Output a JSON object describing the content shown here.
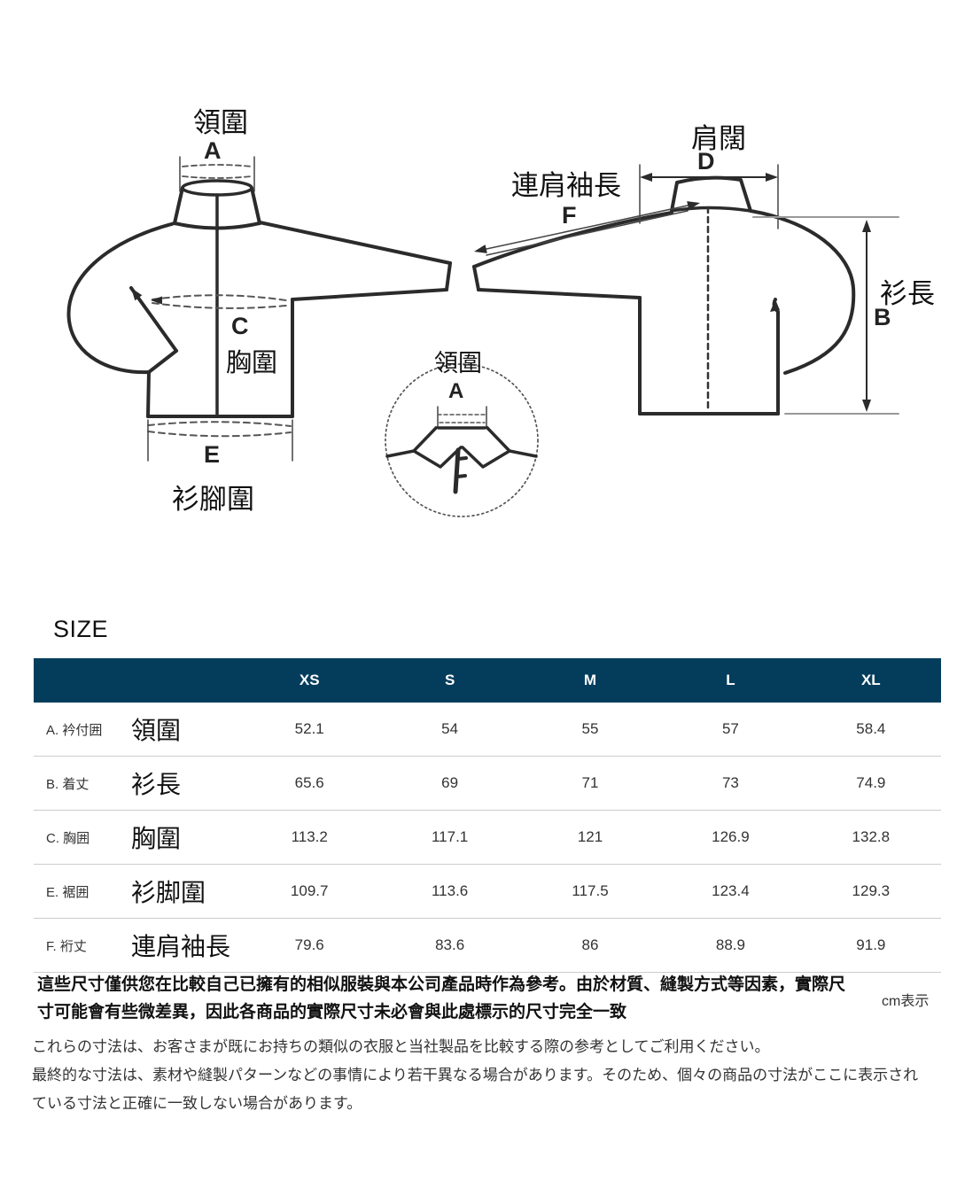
{
  "diagram": {
    "front_jacket": {
      "collar_label": "領圍",
      "collar_letter": "A",
      "chest_letter": "C",
      "chest_label": "胸圍",
      "hem_letter": "E",
      "hem_label": "衫腳圍"
    },
    "back_jacket": {
      "shoulder_label": "肩闊",
      "shoulder_letter": "D",
      "sleeve_label": "連肩袖長",
      "sleeve_letter": "F",
      "length_label": "衫長",
      "length_letter": "B"
    },
    "collar_detail": {
      "label": "領圍",
      "letter": "A"
    }
  },
  "size_table": {
    "title": "SIZE",
    "unit_label": "cm表示",
    "columns": [
      "XS",
      "S",
      "M",
      "L",
      "XL"
    ],
    "rows": [
      {
        "code": "A. 衿付囲",
        "name": "領圍",
        "values": [
          "52.1",
          "54",
          "55",
          "57",
          "58.4"
        ]
      },
      {
        "code": "B. 着丈",
        "name": "衫長",
        "values": [
          "65.6",
          "69",
          "71",
          "73",
          "74.9"
        ]
      },
      {
        "code": "C. 胸囲",
        "name": "胸圍",
        "values": [
          "113.2",
          "117.1",
          "121",
          "126.9",
          "132.8"
        ]
      },
      {
        "code": "E. 裾囲",
        "name": "衫脚圍",
        "values": [
          "109.7",
          "113.6",
          "117.5",
          "123.4",
          "129.3"
        ]
      },
      {
        "code": "F. 裄丈",
        "name": "連肩袖長",
        "values": [
          "79.6",
          "83.6",
          "86",
          "88.9",
          "91.9"
        ]
      }
    ],
    "note_zh": "這些尺寸僅供您在比較自己已擁有的相似服裝與本公司產品時作為參考。由於材質、縫製方式等因素，實際尺寸可能會有些微差異，因此各商品的實際尺寸未必會與此處標示的尺寸完全一致",
    "note_ja_1": "これらの寸法は、お客さまが既にお持ちの類似の衣服と当社製品を比較する際の参考としてご利用ください。",
    "note_ja_2": "最終的な寸法は、素材や縫製パターンなどの事情により若干異なる場合があります。そのため、個々の商品の寸法がここに表示されている寸法と正確に一致しない場合があります。"
  },
  "colors": {
    "header_bg": "#043d5c",
    "header_text": "#ffffff",
    "outline": "#2b2b2b",
    "divider": "#cccccc"
  }
}
